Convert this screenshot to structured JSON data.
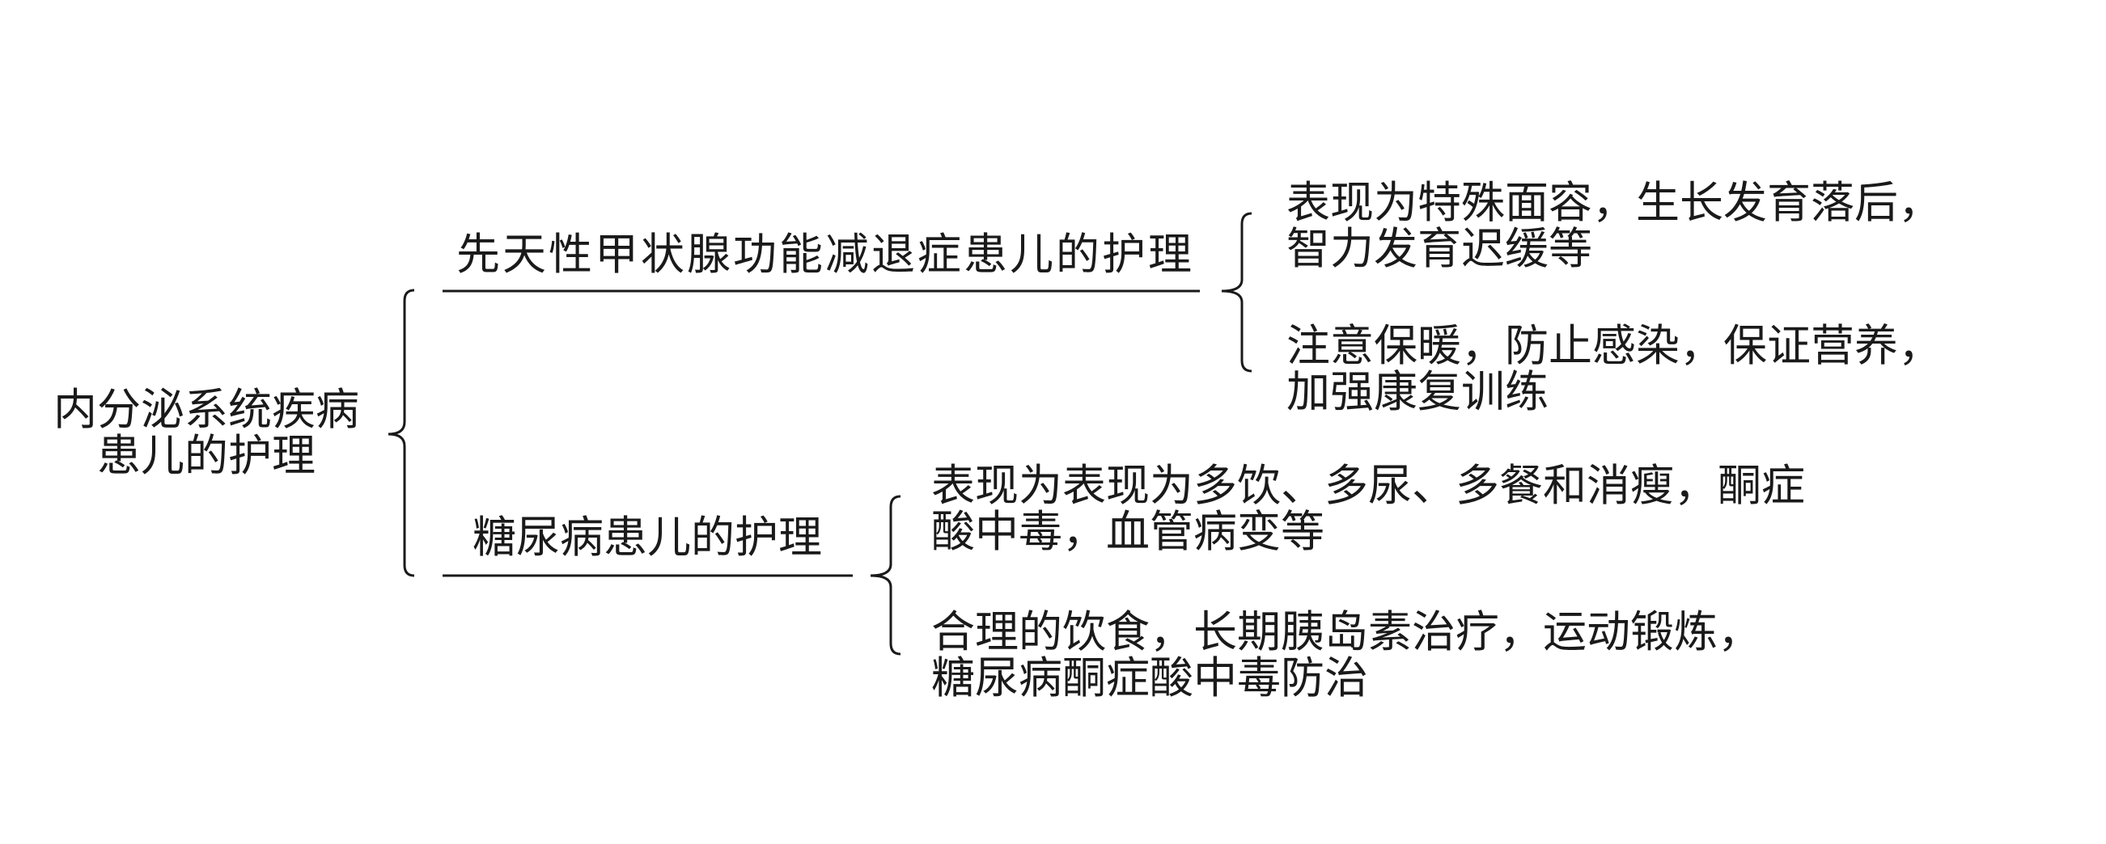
{
  "root": {
    "line1": "内分泌系统疾病",
    "line2": "患儿的护理"
  },
  "branches": [
    {
      "label": "先天性甲状腺功能减退症患儿的护理",
      "items": [
        {
          "line1": "表现为特殊面容，生长发育落后，",
          "line2": "智力发育迟缓等"
        },
        {
          "line1": "注意保暖，防止感染，保证营养，",
          "line2": "加强康复训练"
        }
      ]
    },
    {
      "label": "糖尿病患儿的护理",
      "items": [
        {
          "line1": "表现为表现为多饮、多尿、多餐和消瘦，酮症",
          "line2": "酸中毒，血管病变等"
        },
        {
          "line1": "合理的饮食，长期胰岛素治疗，运动锻炼，",
          "line2": "糖尿病酮症酸中毒防治"
        }
      ]
    }
  ]
}
